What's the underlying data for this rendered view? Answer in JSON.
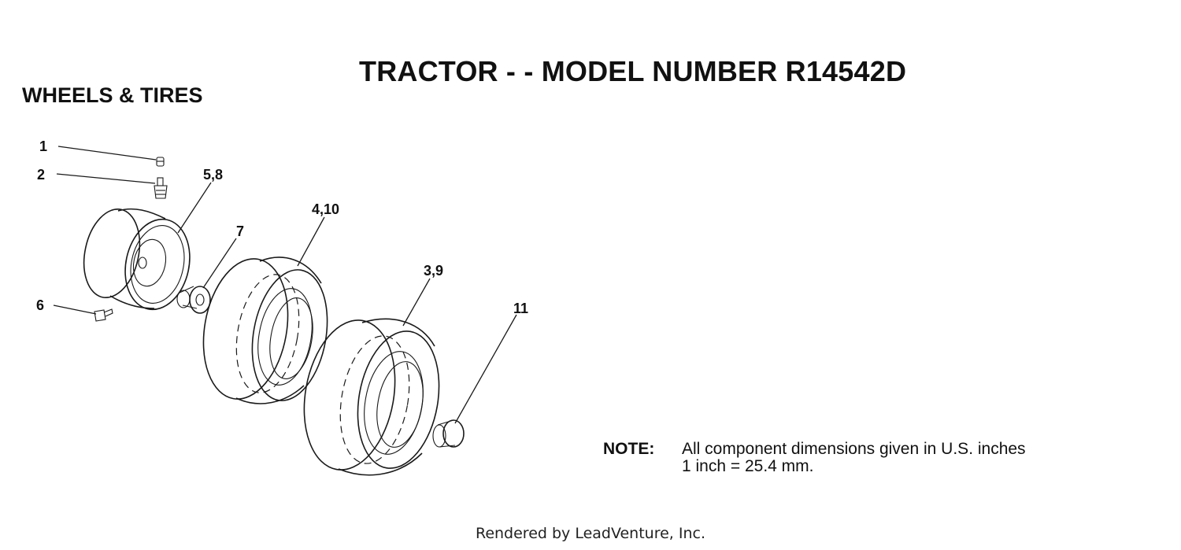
{
  "title": "TRACTOR - - MODEL NUMBER R14542D",
  "section_title": "WHEELS & TIRES",
  "callouts": [
    "1",
    "2",
    "5,8",
    "4,10",
    "7",
    "3,9",
    "6",
    "11"
  ],
  "note": {
    "label": "NOTE:",
    "line1": "All component dimensions given in U.S. inches",
    "line2": "1 inch = 25.4 mm."
  },
  "footer": "Rendered by LeadVenture, Inc.",
  "colors": {
    "ink": "#111111",
    "background": "#ffffff"
  }
}
